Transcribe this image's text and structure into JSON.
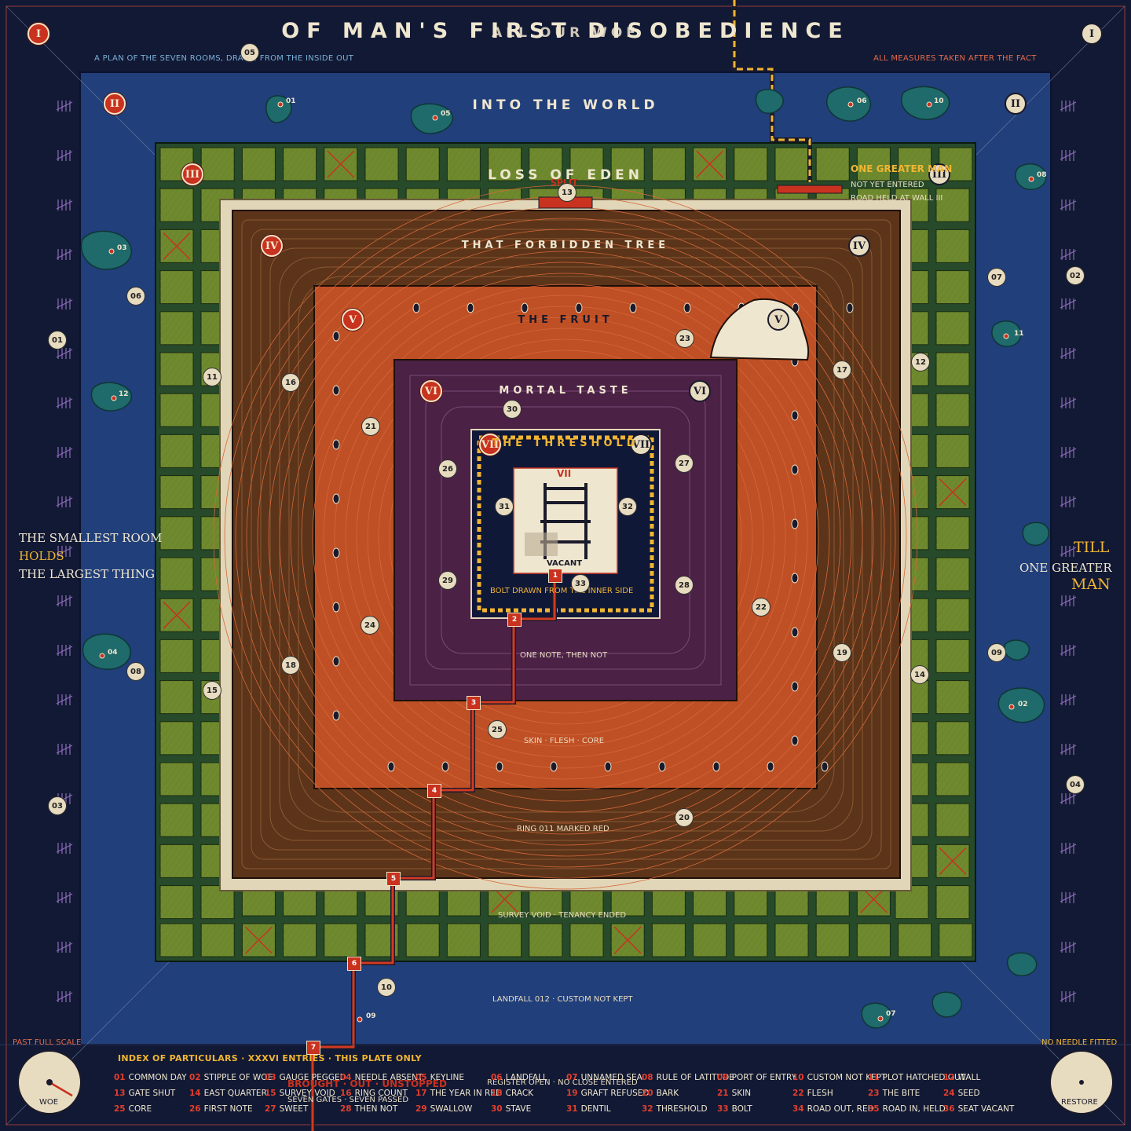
{
  "header": {
    "title": "OF MAN'S FIRST DISOBEDIENCE",
    "ghost_title": "ALL OUR WOE",
    "subtitle_left": "A PLAN OF THE SEVEN ROOMS, DRAWN FROM THE INSIDE OUT",
    "subtitle_right": "ALL MEASURES TAKEN AFTER THE FACT"
  },
  "rooms": {
    "r1": "I",
    "r2": "II",
    "r3": "III",
    "r4": "IV",
    "r5": "V",
    "r6": "VI",
    "r7": "VII",
    "band_world": "INTO THE WORLD",
    "band_eden": "LOSS OF EDEN",
    "band_tree": "THAT FORBIDDEN TREE",
    "band_fruit": "THE FRUIT",
    "band_taste": "MORTAL TASTE",
    "band_threshold": "THE THRESHOLD"
  },
  "split_label": "SPLIT",
  "greater_man": {
    "title": "ONE GREATER MAN",
    "line1": "NOT YET ENTERED",
    "line2": "ROAD HELD AT WALL III"
  },
  "center": {
    "numeral": "VII",
    "vacant": "VACANT",
    "bolt": "BOLT DRAWN FROM THE INNER SIDE"
  },
  "captions": {
    "one_note": "ONE NOTE, THEN NOT",
    "skin": "SKIN · FLESH · CORE",
    "ring": "RING 011 MARKED RED",
    "survey": "SURVEY VOID · TENANCY ENDED",
    "landfall": "LANDFALL 012 · CUSTOM NOT KEPT"
  },
  "left_text": {
    "l1": "THE SMALLEST ROOM",
    "l2": "HOLDS",
    "l3": "THE LARGEST THING"
  },
  "right_text": {
    "r1": "TILL",
    "r2": "ONE GREATER",
    "r3": "MAN"
  },
  "gauges": {
    "left_label": "WOE",
    "right_label": "RESTORE",
    "left_caption": "PAST FULL SCALE",
    "right_caption": "NO NEEDLE FITTED"
  },
  "road": {
    "brought_out": "BROUGHT · OUT · UNSTOPPED",
    "seven_gates": "SEVEN GATES · SEVEN PASSED",
    "register": "REGISTER OPEN · NO CLOSE ENTERED"
  },
  "index": {
    "heading": "INDEX OF PARTICULARS · XXXVI ENTRIES · THIS PLATE ONLY",
    "entries": [
      [
        "01",
        "COMMON DAY"
      ],
      [
        "02",
        "STIPPLE OF WOE"
      ],
      [
        "03",
        "GAUGE PEGGED"
      ],
      [
        "04",
        "NEEDLE ABSENT"
      ],
      [
        "05",
        "KEYLINE"
      ],
      [
        "06",
        "LANDFALL"
      ],
      [
        "07",
        "UNNAMED SEA"
      ],
      [
        "08",
        "RULE OF LATITUDE"
      ],
      [
        "09",
        "PORT OF ENTRY"
      ],
      [
        "10",
        "CUSTOM NOT KEPT"
      ],
      [
        "11",
        "PLOT HATCHED OUT"
      ],
      [
        "12",
        "WALL"
      ],
      [
        "13",
        "GATE SHUT"
      ],
      [
        "14",
        "EAST QUARTER"
      ],
      [
        "15",
        "SURVEY VOID"
      ],
      [
        "16",
        "RING COUNT"
      ],
      [
        "17",
        "THE YEAR IN RED"
      ],
      [
        "18",
        "CRACK"
      ],
      [
        "19",
        "GRAFT REFUSED"
      ],
      [
        "20",
        "BARK"
      ],
      [
        "21",
        "SKIN"
      ],
      [
        "22",
        "FLESH"
      ],
      [
        "23",
        "THE BITE"
      ],
      [
        "24",
        "SEED"
      ],
      [
        "25",
        "CORE"
      ],
      [
        "26",
        "FIRST NOTE"
      ],
      [
        "27",
        "SWEET"
      ],
      [
        "28",
        "THEN NOT"
      ],
      [
        "29",
        "SWALLOW"
      ],
      [
        "30",
        "STAVE"
      ],
      [
        "31",
        "DENTIL"
      ],
      [
        "32",
        "THRESHOLD"
      ],
      [
        "33",
        "BOLT"
      ],
      [
        "34",
        "ROAD OUT, RED"
      ],
      [
        "35",
        "ROAD IN, HELD"
      ],
      [
        "36",
        "SEAT VACANT"
      ]
    ]
  },
  "colors": {
    "sea": "#213f7a",
    "outer": "#121934",
    "field": "#6f8a2e",
    "wall": "#e2d6b8",
    "wood": "#5c3419",
    "flesh": "#bf4f24",
    "taste": "#4b2146",
    "threshold": "#101838",
    "accent_red": "#c8321f",
    "accent_gold": "#f0b533"
  }
}
